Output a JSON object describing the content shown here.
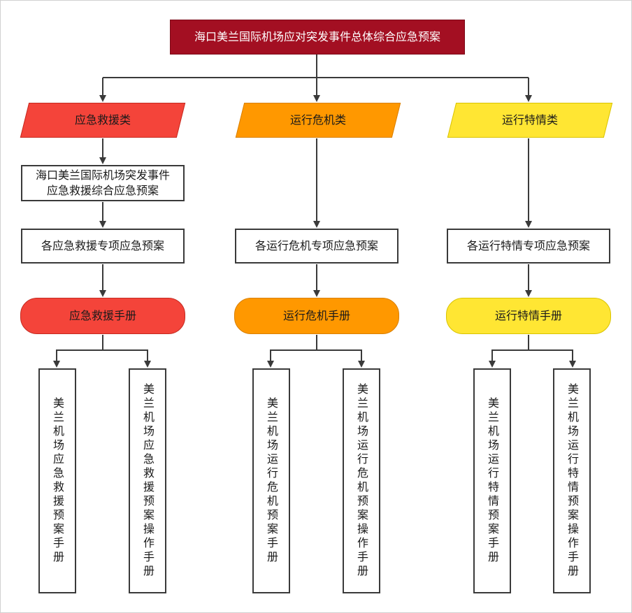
{
  "colors": {
    "title_fill": "#a30f22",
    "rescue": "#f4443a",
    "crisis": "#ff9800",
    "special": "#ffe633",
    "line": "#3a3a3a"
  },
  "title": "海口美兰国际机场应对突发事件总体综合应急预案",
  "categories": {
    "rescue": {
      "label": "应急救援类",
      "plan_line1": "海口美兰国际机场突发事件",
      "plan_line2": "应急救援综合应急预案",
      "special_plans": "各应急救援专项应急预案",
      "manual": "应急救援手册",
      "doc_a": "美兰机场应急救援预案手册",
      "doc_b": "美兰机场应急救援预案操作手册"
    },
    "crisis": {
      "label": "运行危机类",
      "special_plans": "各运行危机专项应急预案",
      "manual": "运行危机手册",
      "doc_a": "美兰机场运行危机预案手册",
      "doc_b": "美兰机场运行危机预案操作手册"
    },
    "special": {
      "label": "运行特情类",
      "special_plans": "各运行特情专项应急预案",
      "manual": "运行特情手册",
      "doc_a": "美兰机场运行特情预案手册",
      "doc_b": "美兰机场运行特情预案操作手册"
    }
  }
}
